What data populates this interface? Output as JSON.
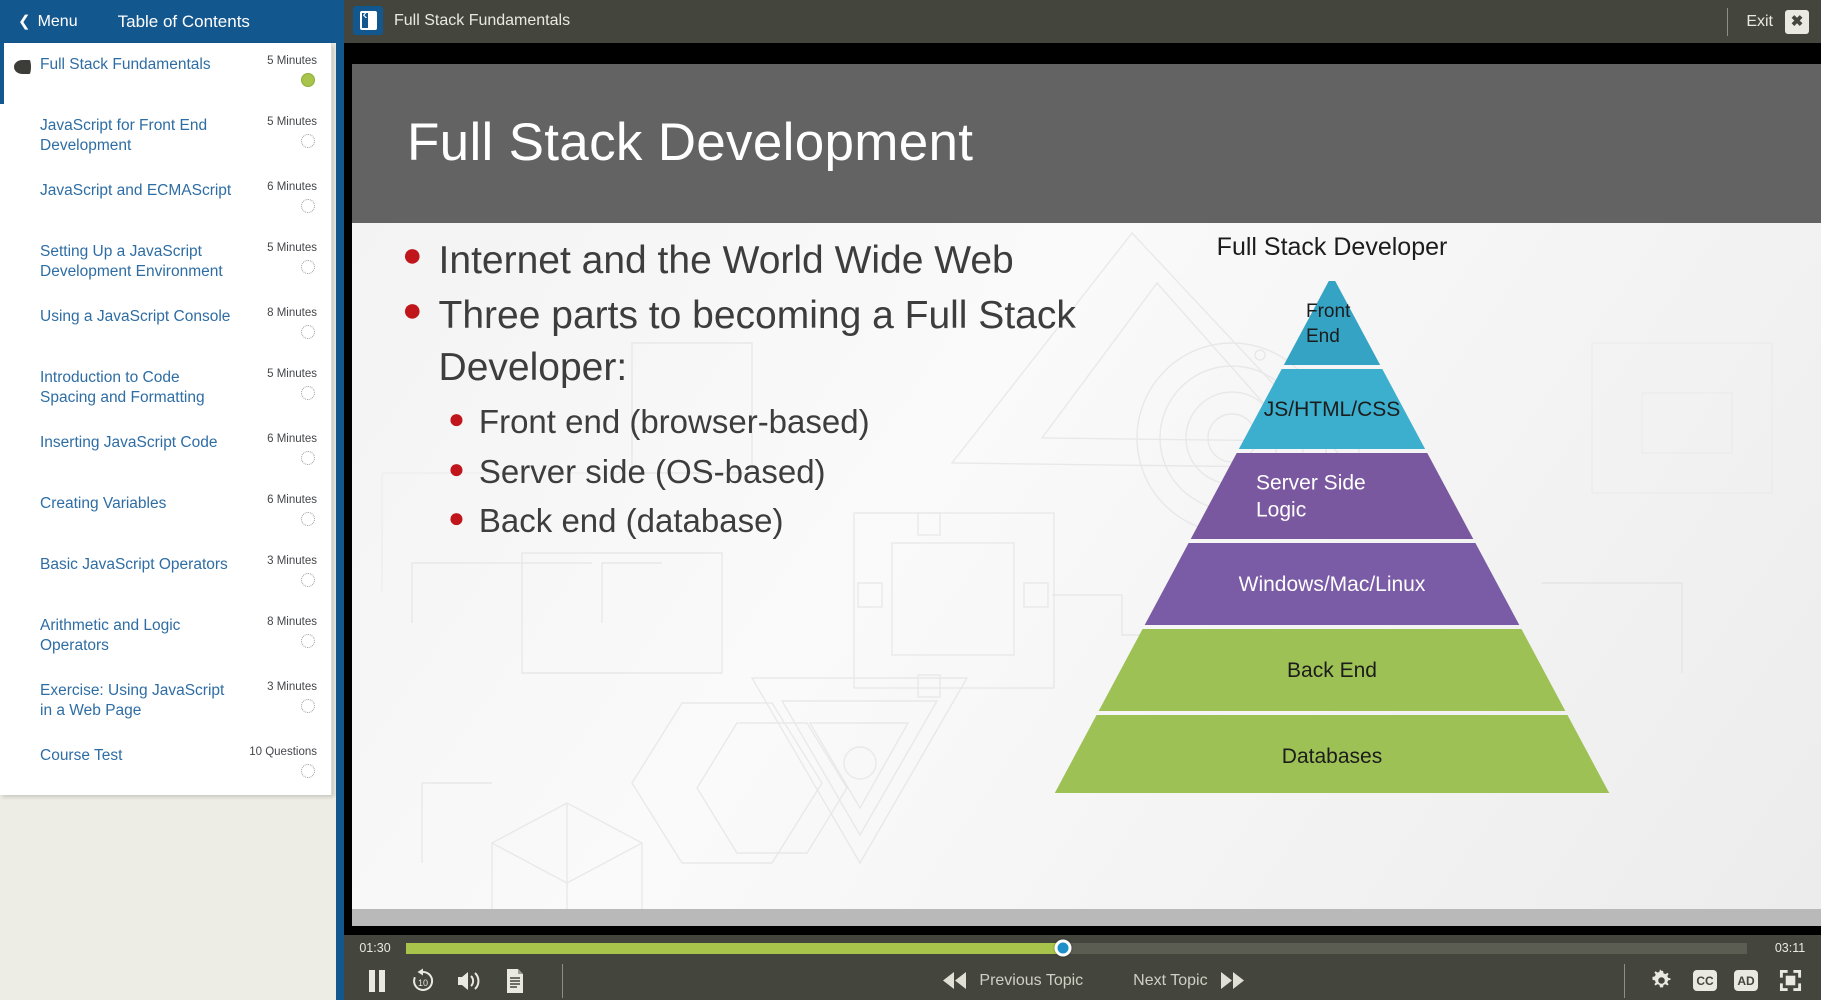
{
  "topbar": {
    "menu_label": "Menu",
    "menu_icon": "chevron-left-icon",
    "toc_title": "Table of Contents",
    "collapse_icon": "collapse-panel-icon",
    "course_title": "Full Stack Fundamentals",
    "exit_label": "Exit",
    "close_icon": "close-x-icon"
  },
  "toc": {
    "items": [
      {
        "label": "Full Stack Fundamentals",
        "meta": "5 Minutes",
        "status": "complete",
        "current": true
      },
      {
        "label": "JavaScript for Front End Development",
        "meta": "5 Minutes",
        "status": "incomplete",
        "current": false
      },
      {
        "label": "JavaScript and ECMAScript",
        "meta": "6 Minutes",
        "status": "incomplete",
        "current": false
      },
      {
        "label": "Setting Up a JavaScript Development Environment",
        "meta": "5 Minutes",
        "status": "incomplete",
        "current": false
      },
      {
        "label": "Using a JavaScript Console",
        "meta": "8 Minutes",
        "status": "incomplete",
        "current": false
      },
      {
        "label": "Introduction to Code Spacing and Formatting",
        "meta": "5 Minutes",
        "status": "incomplete",
        "current": false
      },
      {
        "label": "Inserting JavaScript Code",
        "meta": "6 Minutes",
        "status": "incomplete",
        "current": false
      },
      {
        "label": "Creating Variables",
        "meta": "6 Minutes",
        "status": "incomplete",
        "current": false
      },
      {
        "label": "Basic JavaScript Operators",
        "meta": "3 Minutes",
        "status": "incomplete",
        "current": false
      },
      {
        "label": "Arithmetic and Logic Operators",
        "meta": "8 Minutes",
        "status": "incomplete",
        "current": false
      },
      {
        "label": "Exercise: Using JavaScript in a Web Page",
        "meta": "3 Minutes",
        "status": "incomplete",
        "current": false
      },
      {
        "label": "Course Test",
        "meta": "10 Questions",
        "status": "incomplete",
        "current": false
      }
    ]
  },
  "slide": {
    "title": "Full Stack Development",
    "bullets": [
      {
        "level": 1,
        "text": "Internet and the World Wide Web"
      },
      {
        "level": 1,
        "text": "Three parts to becoming a Full Stack Developer:"
      },
      {
        "level": 2,
        "text": "Front end (browser-based)"
      },
      {
        "level": 2,
        "text": "Server side (OS-based)"
      },
      {
        "level": 2,
        "text": "Back end (database)"
      }
    ],
    "diagram": {
      "caption": "Full Stack Developer",
      "layers": [
        {
          "label": "Front End",
          "color": "#35A3C4",
          "multiline": true
        },
        {
          "label": "JS/HTML/CSS",
          "color": "#3BAFCD",
          "multiline": false
        },
        {
          "label": "Server Side Logic",
          "color": "#7A589F",
          "multiline": true
        },
        {
          "label": "Windows/Mac/Linux",
          "color": "#7A5BA5",
          "multiline": false
        },
        {
          "label": "Back End",
          "color": "#9DC155",
          "multiline": false
        },
        {
          "label": "Databases",
          "color": "#9DC155",
          "multiline": false
        }
      ]
    }
  },
  "player": {
    "elapsed": "01:30",
    "total": "03:11",
    "progress_percent": 49,
    "pause_icon": "pause-icon",
    "rewind_icon": "rewind-10-icon",
    "volume_icon": "volume-icon",
    "transcript_icon": "transcript-icon",
    "previous_label": "Previous Topic",
    "previous_icon": "rewind-double-left-icon",
    "next_label": "Next Topic",
    "next_icon": "forward-double-right-icon",
    "settings_icon": "gear-icon",
    "cc_label": "CC",
    "ad_label": "AD",
    "fullscreen_icon": "fullscreen-icon",
    "accent_color": "#a8c44a",
    "knob_color": "#1d8fc9"
  }
}
